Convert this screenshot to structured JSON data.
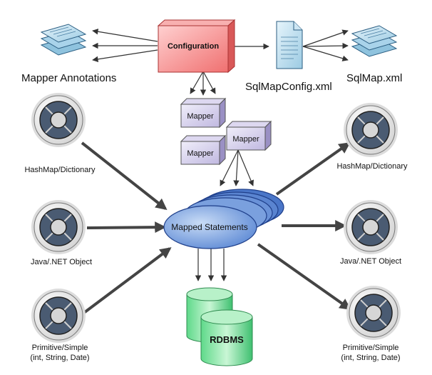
{
  "diagram": {
    "configuration": "Configuration",
    "mapper_annotations": "Mapper Annotations",
    "sqlmapconfig": "SqlMapConfig.xml",
    "sqlmap": "SqlMap.xml",
    "mapper_1": "Mapper",
    "mapper_2": "Mapper",
    "mapper_3": "Mapper",
    "mapped_statements": "Mapped Statements",
    "rdbms": "RDBMS",
    "inputs": {
      "hashmap": "HashMap/Dictionary",
      "object": "Java/.NET Object",
      "primitive_line1": "Primitive/Simple",
      "primitive_line2": "(int, String, Date)"
    },
    "outputs": {
      "hashmap": "HashMap/Dictionary",
      "object": "Java/.NET Object",
      "primitive_line1": "Primitive/Simple",
      "primitive_line2": "(int, String, Date)"
    }
  }
}
